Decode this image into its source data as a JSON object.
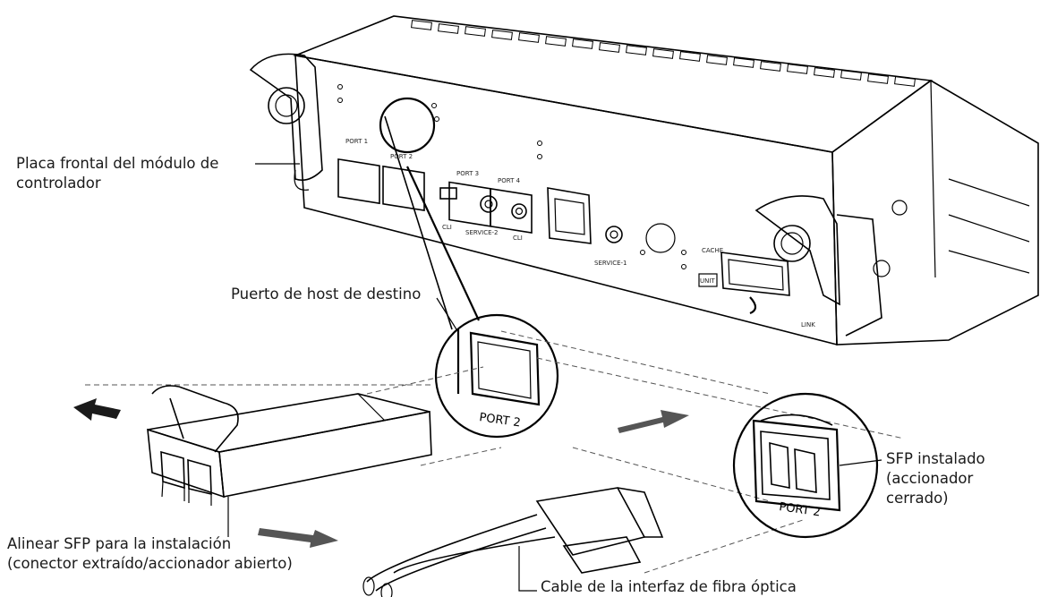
{
  "callouts": {
    "faceplate_line1": "Placa frontal del módulo de",
    "faceplate_line2": "controlador",
    "target_port": "Puerto de host de destino",
    "sfp_installed_line1": "SFP instalado",
    "sfp_installed_line2": "(accionador",
    "sfp_installed_line3": "cerrado)",
    "align_line1": "Alinear SFP para la instalación",
    "align_line2": "(conector extraído/accionador abierto)",
    "cable": "Cable de la interfaz de fibra óptica"
  },
  "device_labels": {
    "port1": "PORT 1",
    "port2": "PORT 2",
    "port3": "PORT 3",
    "port4": "PORT 4",
    "service2": "SERVICE-2",
    "service1": "SERVICE-1",
    "cli_left": "CLI",
    "cli_right": "CLI",
    "cache": "CACHE",
    "unit": "UNIT",
    "link": "LINK"
  },
  "zoom_labels": {
    "target_port_label": "PORT 2",
    "installed_port_label": "PORT 2"
  }
}
